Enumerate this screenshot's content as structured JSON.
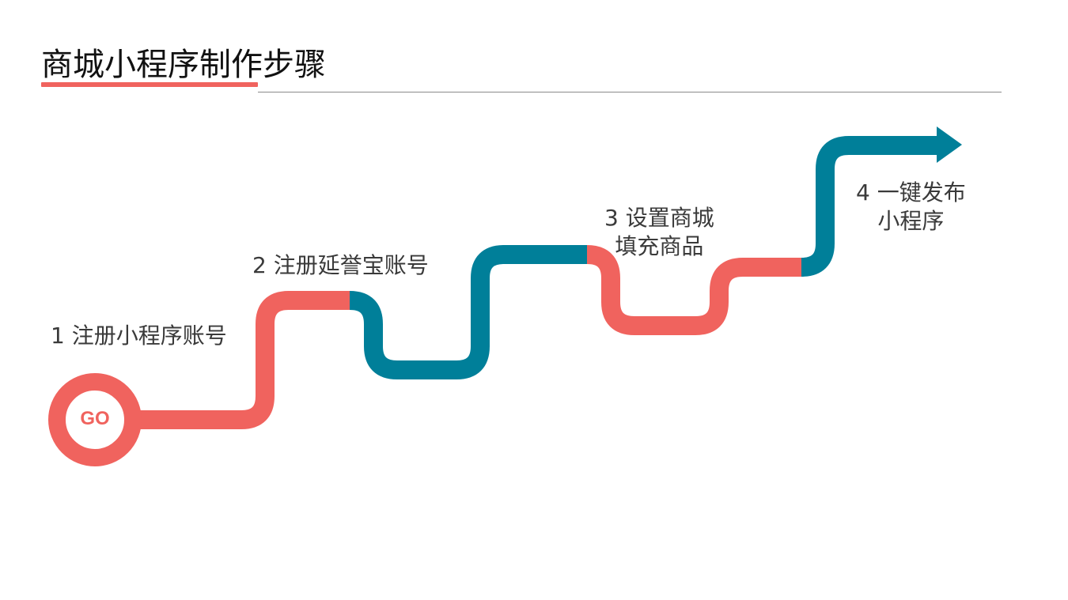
{
  "title": "商城小程序制作步骤",
  "go_label": "GO",
  "colors": {
    "accent_red": "#f0635e",
    "accent_teal": "#007f99",
    "text": "#3a3a3a"
  },
  "steps": [
    {
      "number": "1",
      "lines": [
        "注册小程序账号"
      ]
    },
    {
      "number": "2",
      "lines": [
        "注册延誉宝账号"
      ]
    },
    {
      "number": "3",
      "lines": [
        "设置商城",
        "填充商品"
      ]
    },
    {
      "number": "4",
      "lines": [
        "一键发布",
        "小程序"
      ]
    }
  ]
}
